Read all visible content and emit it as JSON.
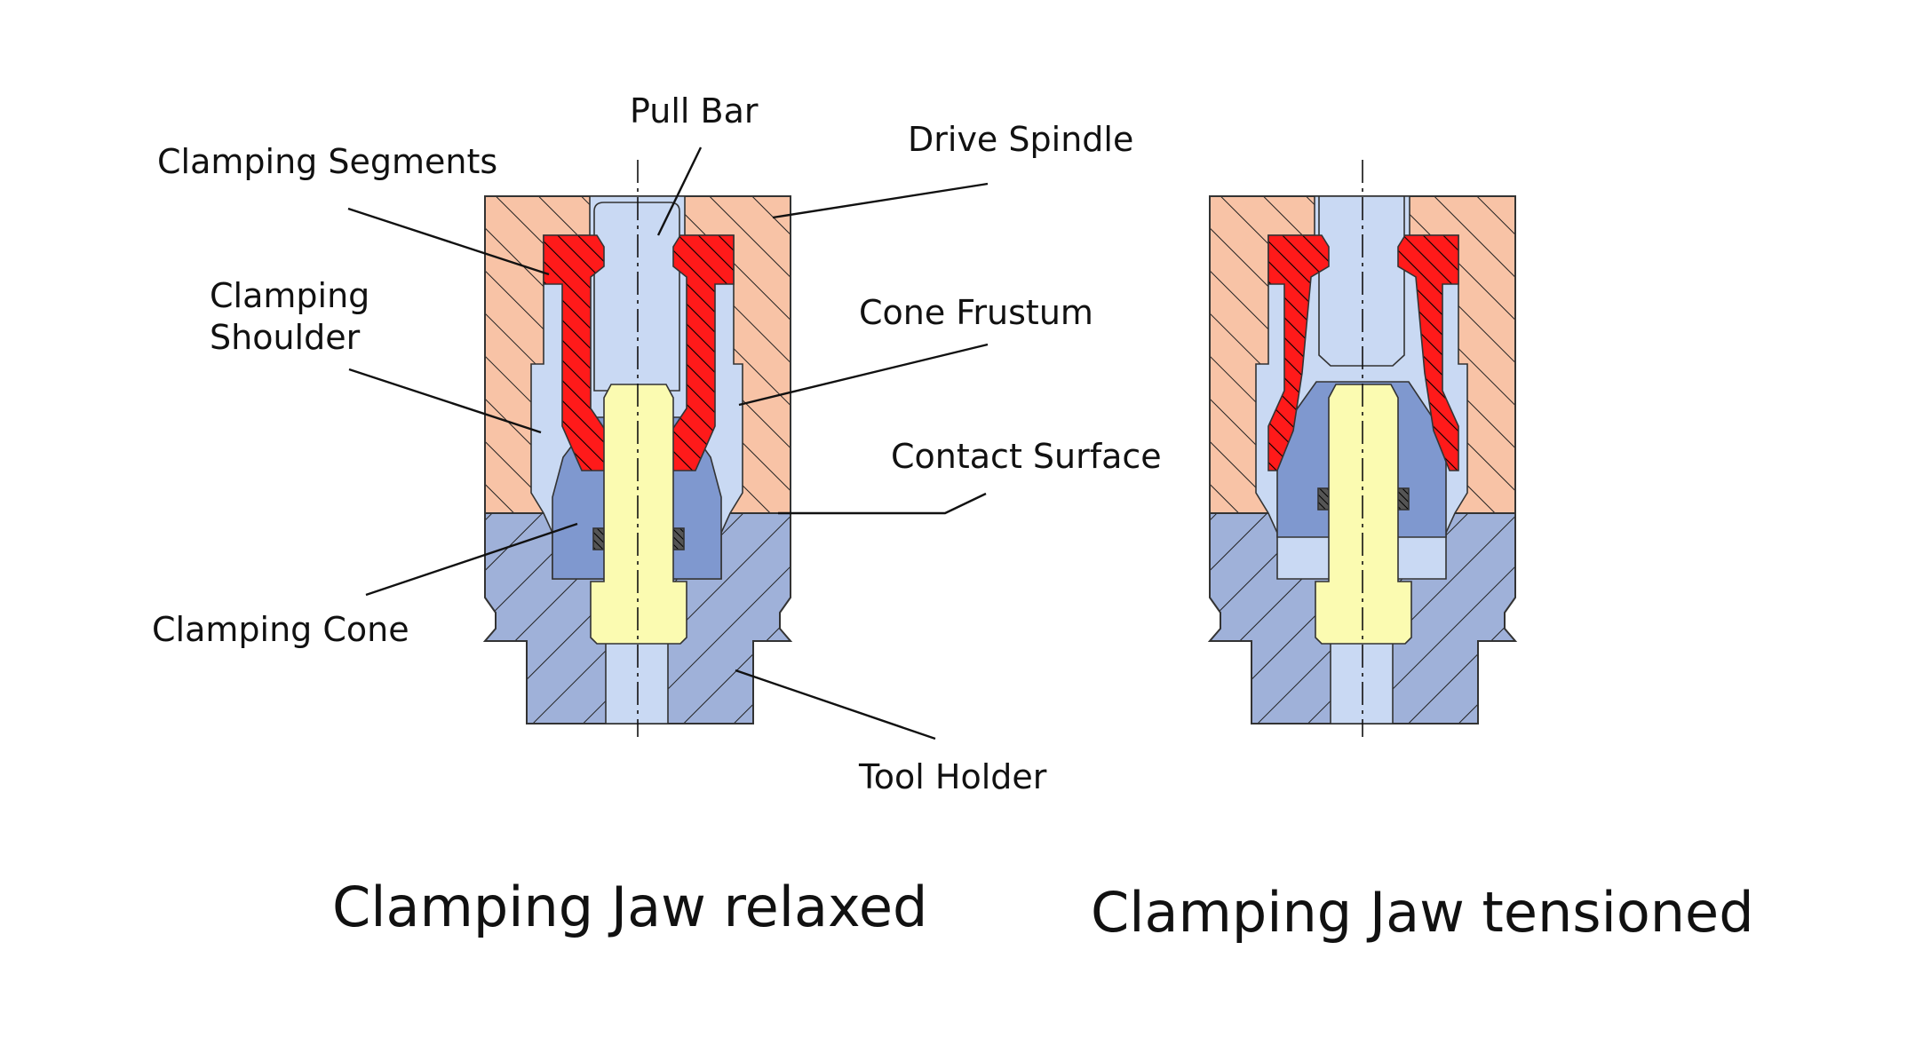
{
  "labels": {
    "pull_bar": "Pull Bar",
    "drive_spindle": "Drive Spindle",
    "clamping_segments": "Clamping Segments",
    "clamping_shoulder_line1": "Clamping",
    "clamping_shoulder_line2": "Shoulder",
    "cone_frustum": "Cone Frustum",
    "contact_surface": "Contact Surface",
    "clamping_cone": "Clamping Cone",
    "tool_holder": "Tool Holder"
  },
  "captions": {
    "relaxed": "Clamping Jaw relaxed",
    "tensioned": "Clamping Jaw tensioned"
  },
  "colors": {
    "drive_spindle": "#f8c3a6",
    "tool_holder": "#9fb1d9",
    "pull_bar": "#c9d9f3",
    "clamping_cone": "#7f98cf",
    "clamping_segments": "#ff1a1a",
    "bolt": "#fbfbb1",
    "hatch": "#222222"
  }
}
